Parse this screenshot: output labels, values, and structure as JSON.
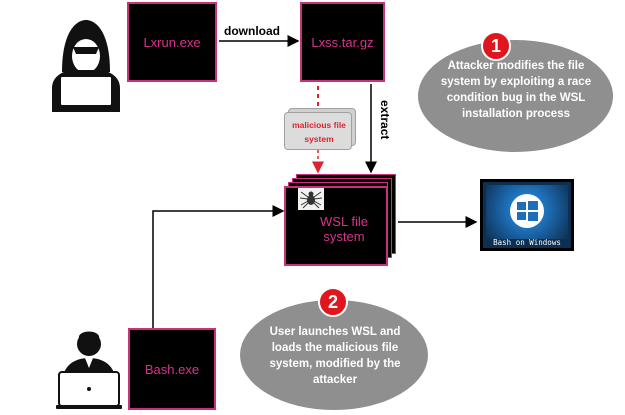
{
  "diagram": {
    "boxes": {
      "lxrun": "Lxrun.exe",
      "lxss": "Lxss.tar.gz",
      "wsl": "WSL file system",
      "bash": "Bash.exe",
      "malicious": "malicious file system"
    },
    "arrows": {
      "download": "download",
      "extract": "extract"
    },
    "callouts": [
      {
        "number": "1",
        "text": "Attacker modifies the file system by exploiting a race condition bug in the WSL installation process"
      },
      {
        "number": "2",
        "text": "User launches WSL and loads the malicious file system, modified by the attacker"
      }
    ],
    "windows_tile": {
      "caption": "Bash on Windows"
    },
    "colors": {
      "box_border": "#c8327c",
      "box_text": "#d8338a",
      "callout_fill": "#8f8f8f",
      "badge_red": "#e0161f",
      "malicious_arrow": "#d9262e",
      "windows_blue": "#1e6fb8"
    },
    "icons": [
      "hacker-icon",
      "user-icon",
      "spider-icon",
      "windows-logo-icon"
    ]
  }
}
